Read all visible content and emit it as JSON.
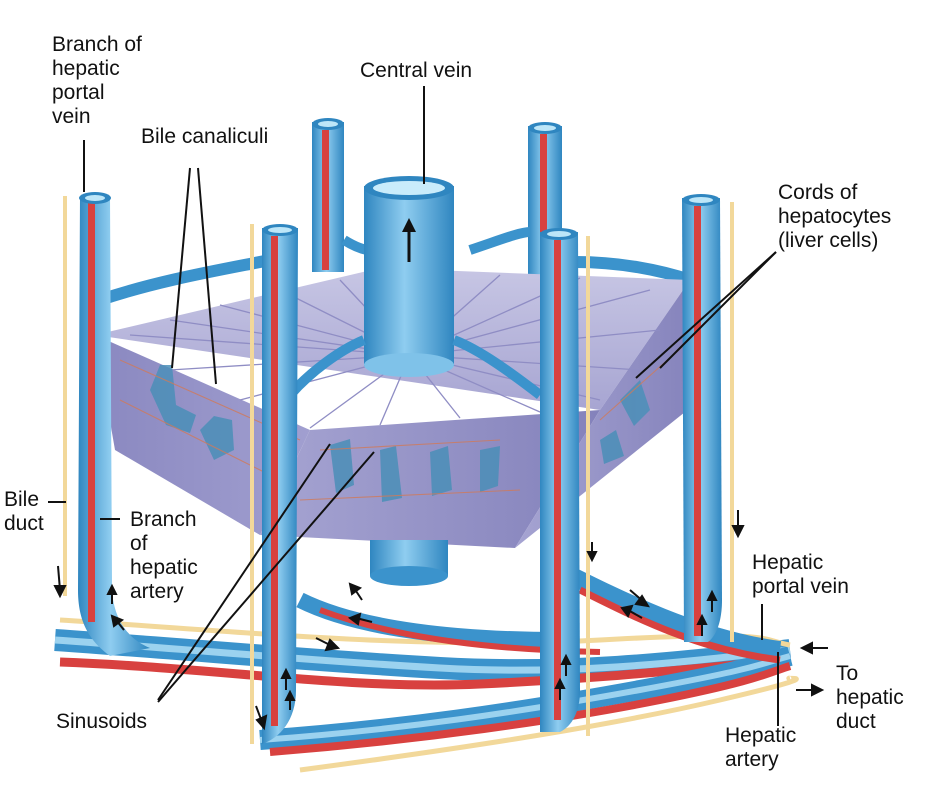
{
  "labels": {
    "branch_portal_vein": [
      "Branch of",
      "hepatic",
      "portal",
      "vein"
    ],
    "bile_canaliculi": [
      "Bile canaliculi"
    ],
    "central_vein": [
      "Central vein"
    ],
    "cords_of_hepatocytes": [
      "Cords of",
      "hepatocytes",
      "(liver cells)"
    ],
    "bile_duct": [
      "Bile",
      "duct"
    ],
    "branch_hepatic_artery": [
      "Branch",
      "of",
      "hepatic",
      "artery"
    ],
    "hepatic_portal_vein": [
      "Hepatic",
      "portal vein"
    ],
    "to_hepatic_duct": [
      "To",
      "hepatic",
      "duct"
    ],
    "hepatic_artery": [
      "Hepatic",
      "artery"
    ],
    "sinusoids": [
      "Sinusoids"
    ]
  },
  "colors": {
    "portal_vein": "#4fa6d6",
    "portal_vein_light": "#9fd3ef",
    "hepatic_artery": "#d8413f",
    "bile_duct": "#f2d89a",
    "lobule_top": "#b3b2d6",
    "lobule_side": "#8e8cc4",
    "leader_line": "#111111"
  }
}
